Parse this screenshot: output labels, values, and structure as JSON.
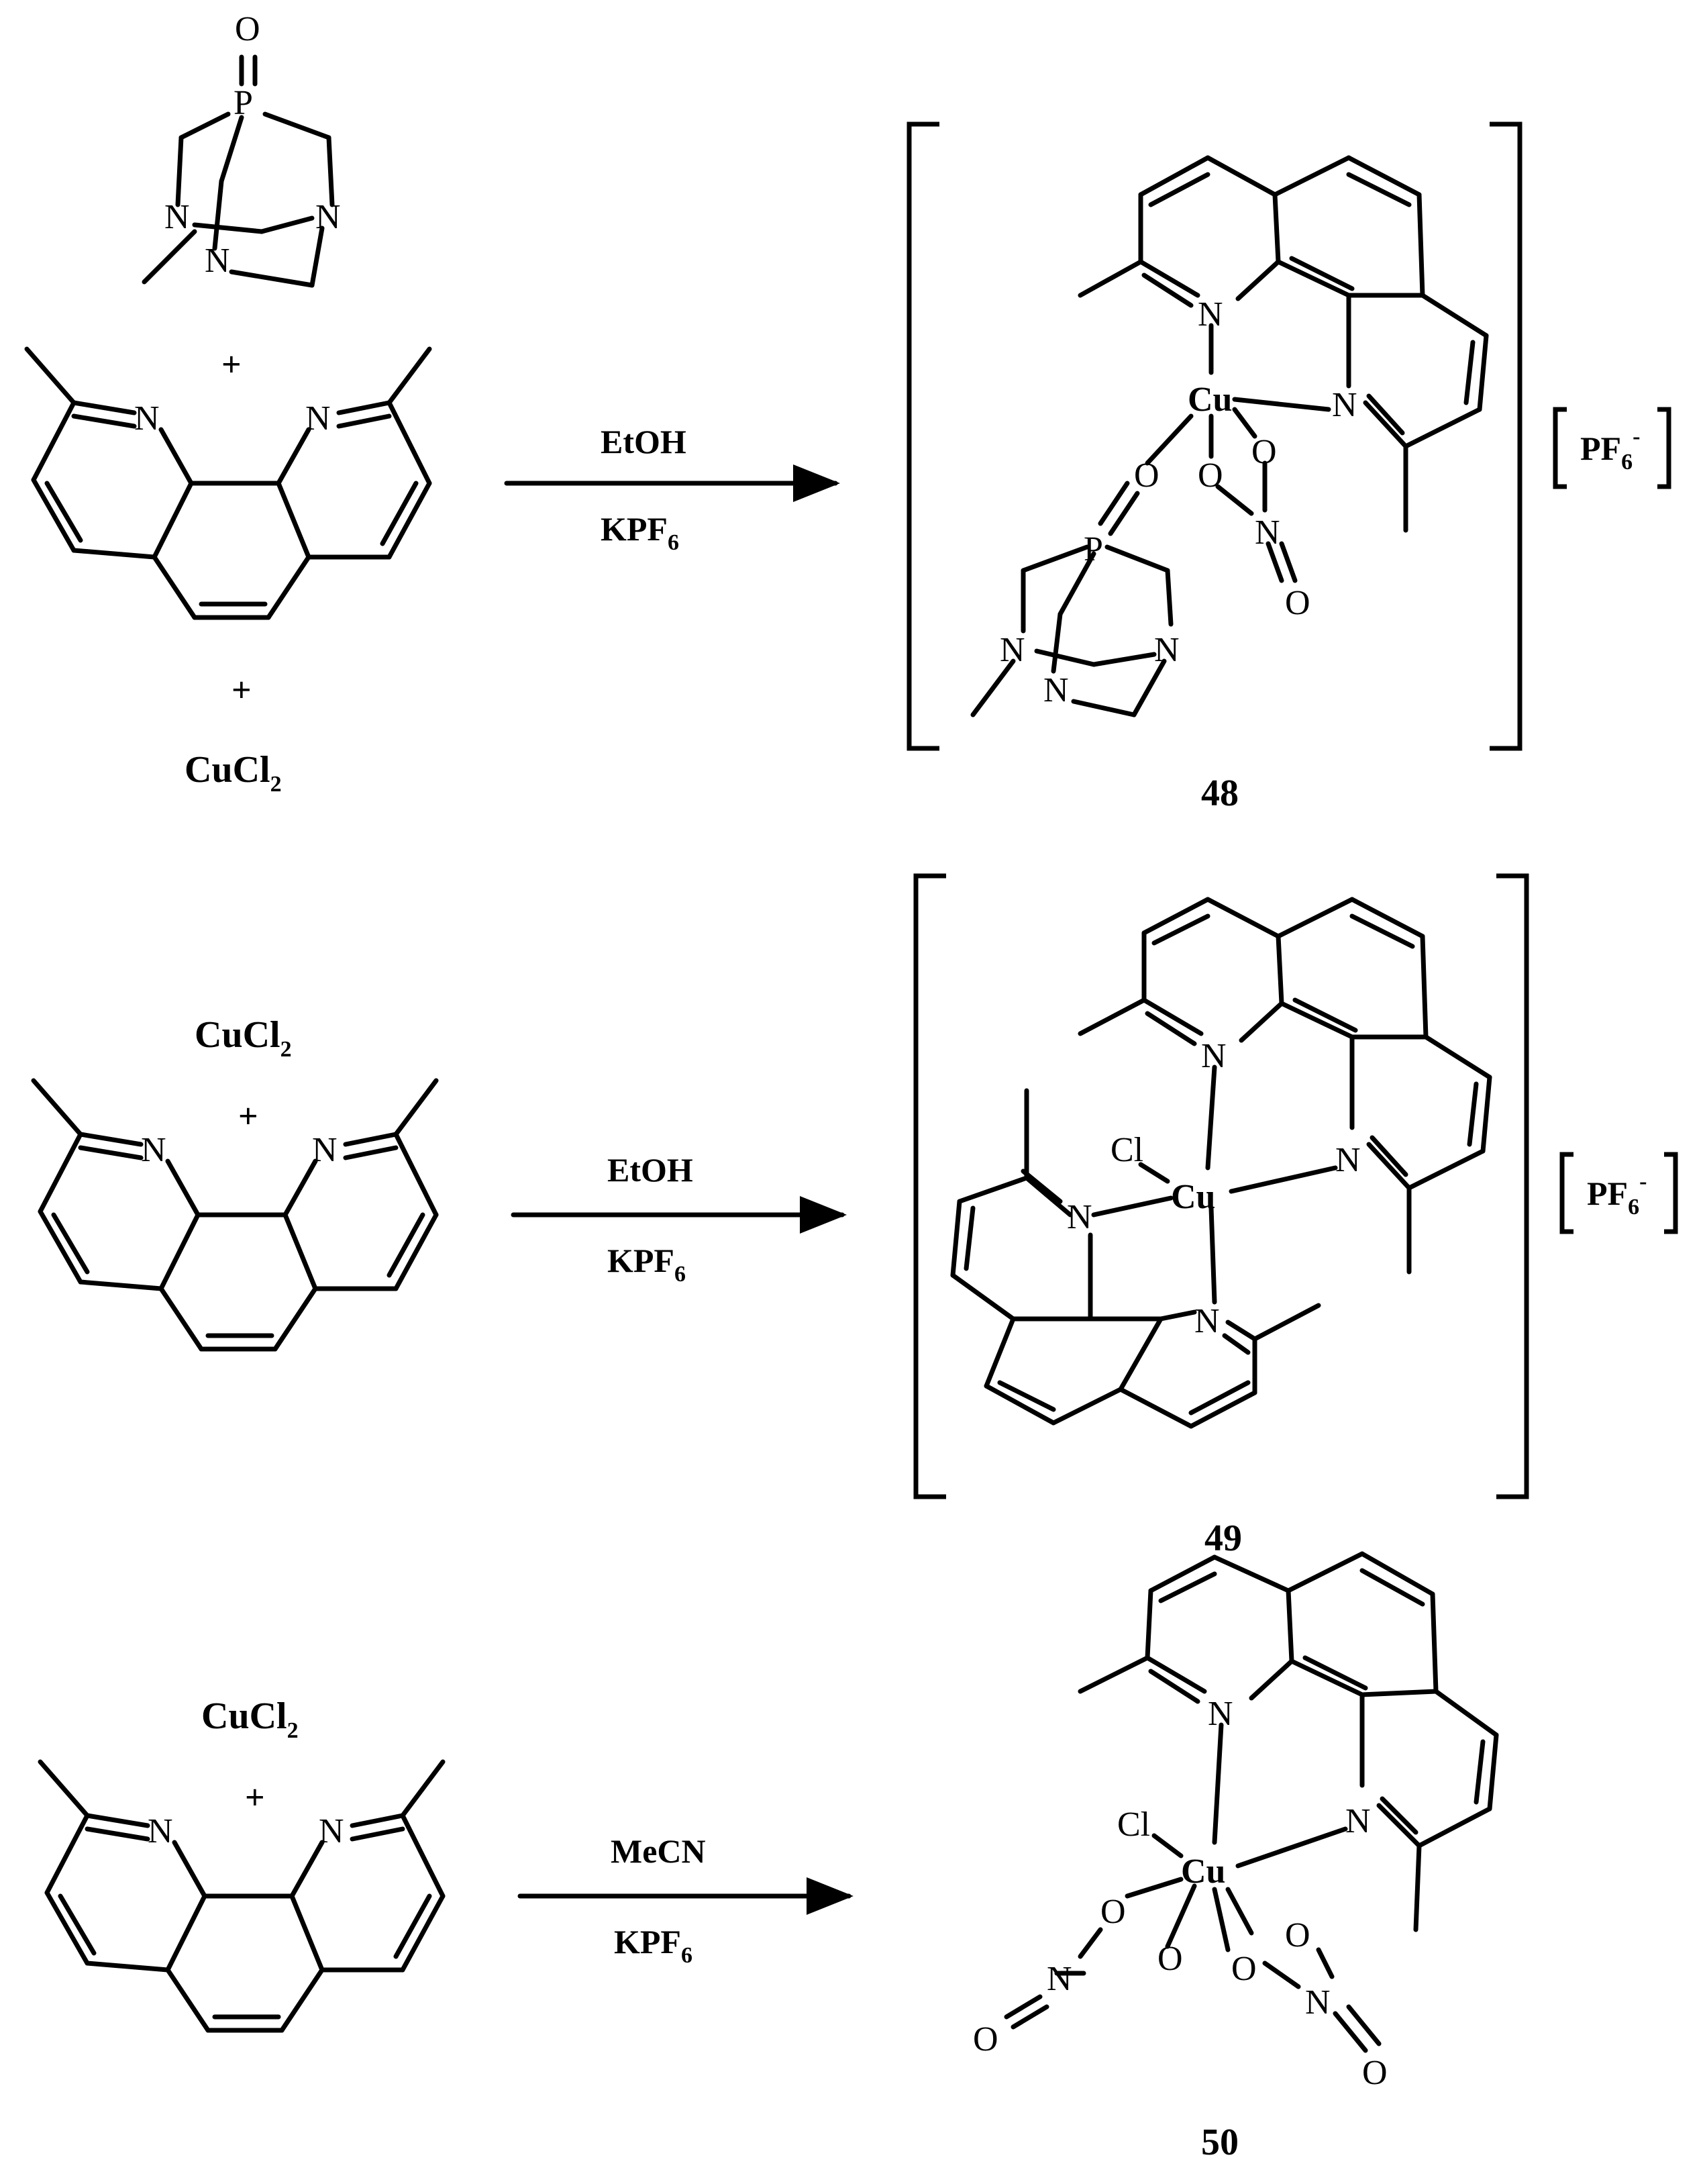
{
  "atoms": {
    "oxygen": "O",
    "phosphorus": "P",
    "nitrogen": "N",
    "copper": "Cu",
    "chlorine": "Cl"
  },
  "plus": "+",
  "reactants": {
    "copper_salt": "CuCl",
    "copper_salt_sub": "2"
  },
  "conditions": {
    "solvent_1": "EtOH",
    "solvent_2": "EtOH",
    "solvent_3": "MeCN",
    "salt": "KPF",
    "salt_sub": "6"
  },
  "counterion": {
    "main": "PF",
    "sub": "6",
    "charge": "-"
  },
  "compounds": {
    "c48": "48",
    "c49": "49",
    "c50": "50"
  }
}
